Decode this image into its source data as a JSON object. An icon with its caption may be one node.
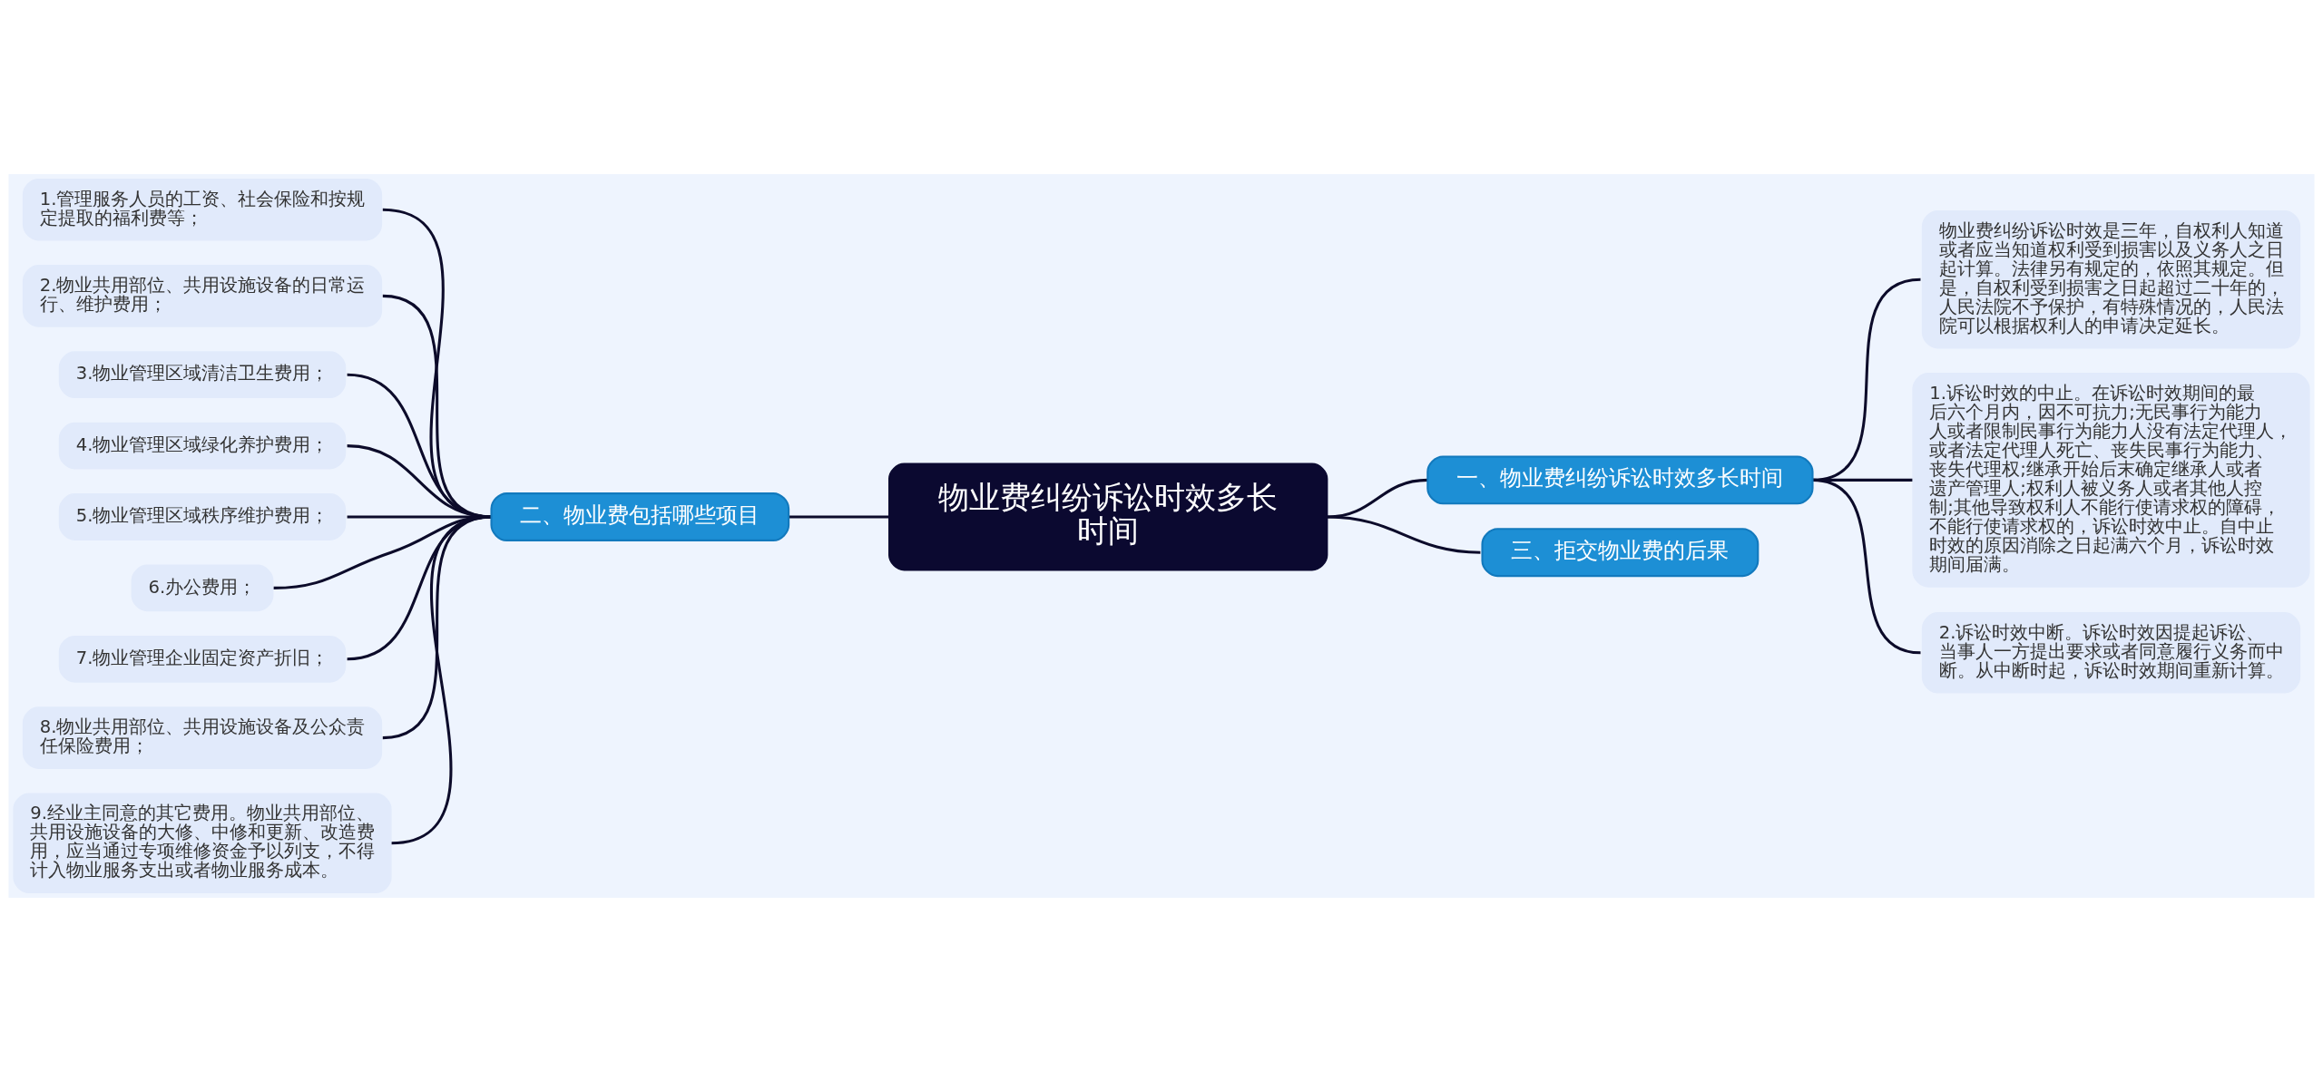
{
  "diagram": {
    "nodes": [
      {
        "text": [
          "物业费纠纷诉讼时效多长时间"
        ]
      },
      {
        "text": [
          "一、物业费纠纷诉讼时效多长时间"
        ]
      },
      {
        "text": [
          "物业费纠纷诉讼时效是三年，自权利人知道或者应当知道权利受到损害以及义务人之日起计算。法律另有规定的，依照其规定。但是，自权利受到损害之日起超过二十年的，人民法院不予保护，有特殊情况的，人民法院可以根据权利人的申请决定延长。"
        ]
      },
      {
        "text": [
          "1.诉讼时效的中止。在诉讼时效期间的最后六个月内，因不可抗力;无民事行为能力人或者限制民事行为能力人没有法定代理人，或者法定代理人死亡、丧失民事行为能力、丧失代理权;继承开始后末确定继承人或者遗产管理人;权利人被义务人或者其他人控制;其他导致权利人不能行使请求权的障碍，不能行使请求权的，诉讼时效中止。自中止时效的原因消除之日起满六个月，诉讼时效期间届满。"
        ]
      },
      {
        "text": [
          "2.诉讼时效中断。诉讼时效因提起诉讼、当事人一方提出要求或者同意履行义务而中断。从中断时起，诉讼时效期间重新计算。"
        ]
      },
      {
        "text": [
          "二、物业费包括哪些项目"
        ]
      },
      {
        "text": [
          "1.管理服务人员的工资、社会保险和按规定提取的福利费等；"
        ]
      },
      {
        "text": [
          "2.物业共用部位、共用设施设备的日常运行、维护费用；"
        ]
      },
      {
        "text": [
          "3.物业管理区域清洁卫生费用；"
        ]
      },
      {
        "text": [
          "4.物业管理区域绿化养护费用；"
        ]
      },
      {
        "text": [
          "5.物业管理区域秩序维护费用；"
        ]
      },
      {
        "text": [
          "6.办公费用；"
        ]
      },
      {
        "text": [
          "7.物业管理企业固定资产折旧；"
        ]
      },
      {
        "text": [
          "8.物业共用部位、共用设施设备及公众责任保险费用；"
        ]
      },
      {
        "text": [
          "9.经业主同意的其它费用。物业共用部位、共用设施设备的大修、中修和更新、改造费用，应当通过专项维修资金予以列支，不得计入物业服务支出或者物业服务成本。"
        ]
      },
      {
        "text": [
          "三、拒交物业费的后果"
        ]
      }
    ],
    "edges": [
      {
        "from": 0,
        "to": 1,
        "arrow": "none"
      },
      {
        "from": 1,
        "to": 2,
        "arrow": "none"
      },
      {
        "from": 1,
        "to": 3,
        "arrow": "none"
      },
      {
        "from": 1,
        "to": 4,
        "arrow": "none"
      },
      {
        "from": 0,
        "to": 5,
        "arrow": "none"
      },
      {
        "from": 5,
        "to": 6,
        "arrow": "none"
      },
      {
        "from": 5,
        "to": 7,
        "arrow": "none"
      },
      {
        "from": 5,
        "to": 8,
        "arrow": "none"
      },
      {
        "from": 5,
        "to": 9,
        "arrow": "none"
      },
      {
        "from": 5,
        "to": 10,
        "arrow": "none"
      },
      {
        "from": 5,
        "to": 11,
        "arrow": "none"
      },
      {
        "from": 5,
        "to": 12,
        "arrow": "none"
      },
      {
        "from": 5,
        "to": 13,
        "arrow": "none"
      },
      {
        "from": 5,
        "to": 14,
        "arrow": "none"
      },
      {
        "from": 0,
        "to": 15,
        "arrow": "none"
      }
    ]
  }
}
